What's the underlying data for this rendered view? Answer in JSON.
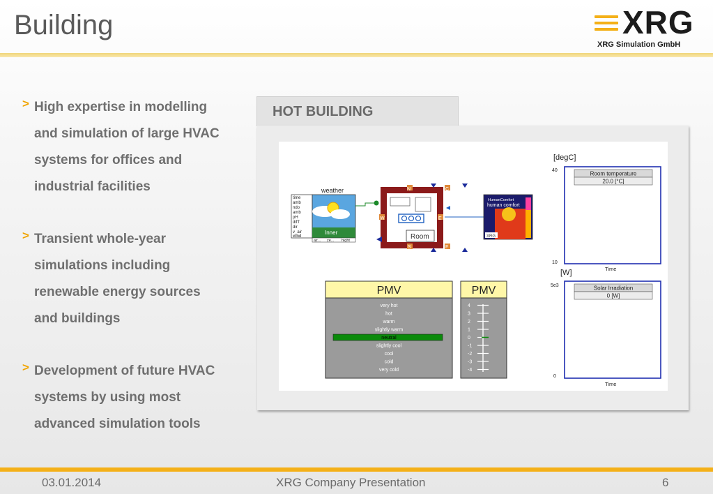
{
  "header": {
    "title": "Building"
  },
  "logo": {
    "name": "XRG",
    "subtitle": "XRG Simulation GmbH"
  },
  "bullets": [
    {
      "marker": ">",
      "lines": [
        "High expertise in modelling",
        "and simulation of large HVAC",
        "systems for offices and",
        "industrial facilities"
      ]
    },
    {
      "marker": ">",
      "lines": [
        "Transient whole-year",
        "simulations including",
        "renewable energy sources",
        "and buildings"
      ]
    },
    {
      "marker": ">",
      "lines": [
        "Development of future HVAC",
        "systems by using most",
        "advanced simulation tools"
      ]
    }
  ],
  "figure": {
    "tab_title": "HOT BUILDING",
    "weather_label": "weather",
    "weather_ports": [
      "time",
      "amb",
      "ndo",
      "amb",
      "pH",
      "difT",
      "dir",
      "v_air",
      "wind"
    ],
    "weather_bottom_ports": [
      "az...",
      "ze...",
      "hight"
    ],
    "weather_inner": "Inner",
    "room": {
      "label": "Room",
      "ports": {
        "n": "N",
        "c": "C",
        "w": "W",
        "e": "E",
        "s": "S",
        "f": "F"
      }
    },
    "comfort": {
      "title": "HumanComfort",
      "subtitle": "human comfort",
      "tag": "XRG"
    },
    "pmv_label_panel": {
      "title": "PMV",
      "levels": [
        "very hot",
        "hot",
        "warm",
        "slightly warm",
        "neutral",
        "slightly cool",
        "cool",
        "cold",
        "very cold"
      ],
      "selected": "neutral",
      "highlight_color": "#0a8a0a"
    },
    "pmv_scale_panel": {
      "title": "PMV",
      "ticks": [
        "4",
        "3",
        "2",
        "1",
        "0",
        "-1",
        "-2",
        "-3",
        "-4"
      ],
      "value": 0
    },
    "plots": [
      {
        "unit": "[degC]",
        "ymax": "40",
        "ymin": "10",
        "legend": "Room temperature",
        "readout": "20.0 [°C]",
        "xlabel": "Time"
      },
      {
        "unit": "[W]",
        "ymax": "5e3",
        "ymin": "0",
        "legend": "Solar Irradiation",
        "readout": "0 [W]",
        "xlabel": "Time"
      }
    ]
  },
  "footer": {
    "date": "03.01.2014",
    "center": "XRG Company Presentation",
    "page": "6"
  },
  "colors": {
    "accent": "#f4b018",
    "text_gray": "#6f6f6f",
    "wall": "#8b1a1a",
    "plot_border": "#1f2fb0"
  }
}
